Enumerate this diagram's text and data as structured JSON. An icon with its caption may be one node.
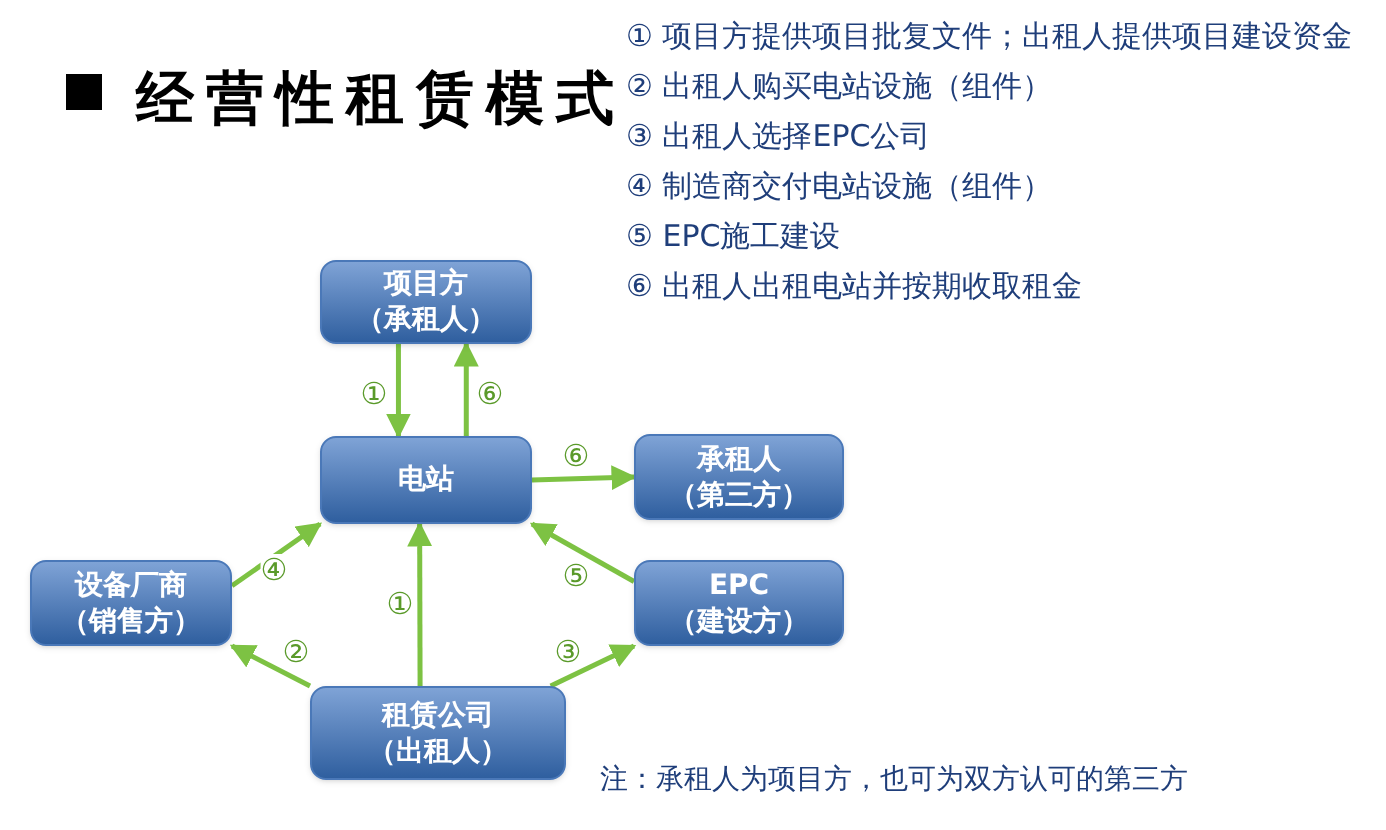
{
  "diagram": {
    "title": "经营性租赁模式",
    "nodes": [
      {
        "text": [
          "项目方",
          "（承租人）"
        ]
      },
      {
        "text": [
          "电站"
        ]
      },
      {
        "text": [
          "承租人",
          "（第三方）"
        ]
      },
      {
        "text": [
          "设备厂商",
          "（销售方）"
        ]
      },
      {
        "text": [
          "EPC",
          "（建设方）"
        ]
      },
      {
        "text": [
          "租赁公司",
          "（出租人）"
        ]
      }
    ],
    "edges": [
      {
        "from": 0,
        "to": 1,
        "arrow": "to",
        "label": "①"
      },
      {
        "from": 1,
        "to": 0,
        "arrow": "to",
        "label": "⑥"
      },
      {
        "from": 1,
        "to": 2,
        "arrow": "to",
        "label": "⑥"
      },
      {
        "from": 3,
        "to": 1,
        "arrow": "to",
        "label": "④"
      },
      {
        "from": 5,
        "to": 1,
        "arrow": "to",
        "label": "①"
      },
      {
        "from": 4,
        "to": 1,
        "arrow": "to",
        "label": "⑤"
      },
      {
        "from": 5,
        "to": 3,
        "arrow": "to",
        "label": "②"
      },
      {
        "from": 5,
        "to": 4,
        "arrow": "to",
        "label": "③"
      }
    ],
    "labels": [
      "① 项目方提供项目批复文件；出租人提供项目建设资金",
      "② 出租人购买电站设施（组件）",
      "③ 出租人选择EPC公司",
      "④ 制造商交付电站设施（组件）",
      "⑤ EPC施工建设",
      "⑥ 出租人出租电站并按期收取租金",
      "注：承租人为项目方，也可为双方认可的第三方"
    ]
  }
}
